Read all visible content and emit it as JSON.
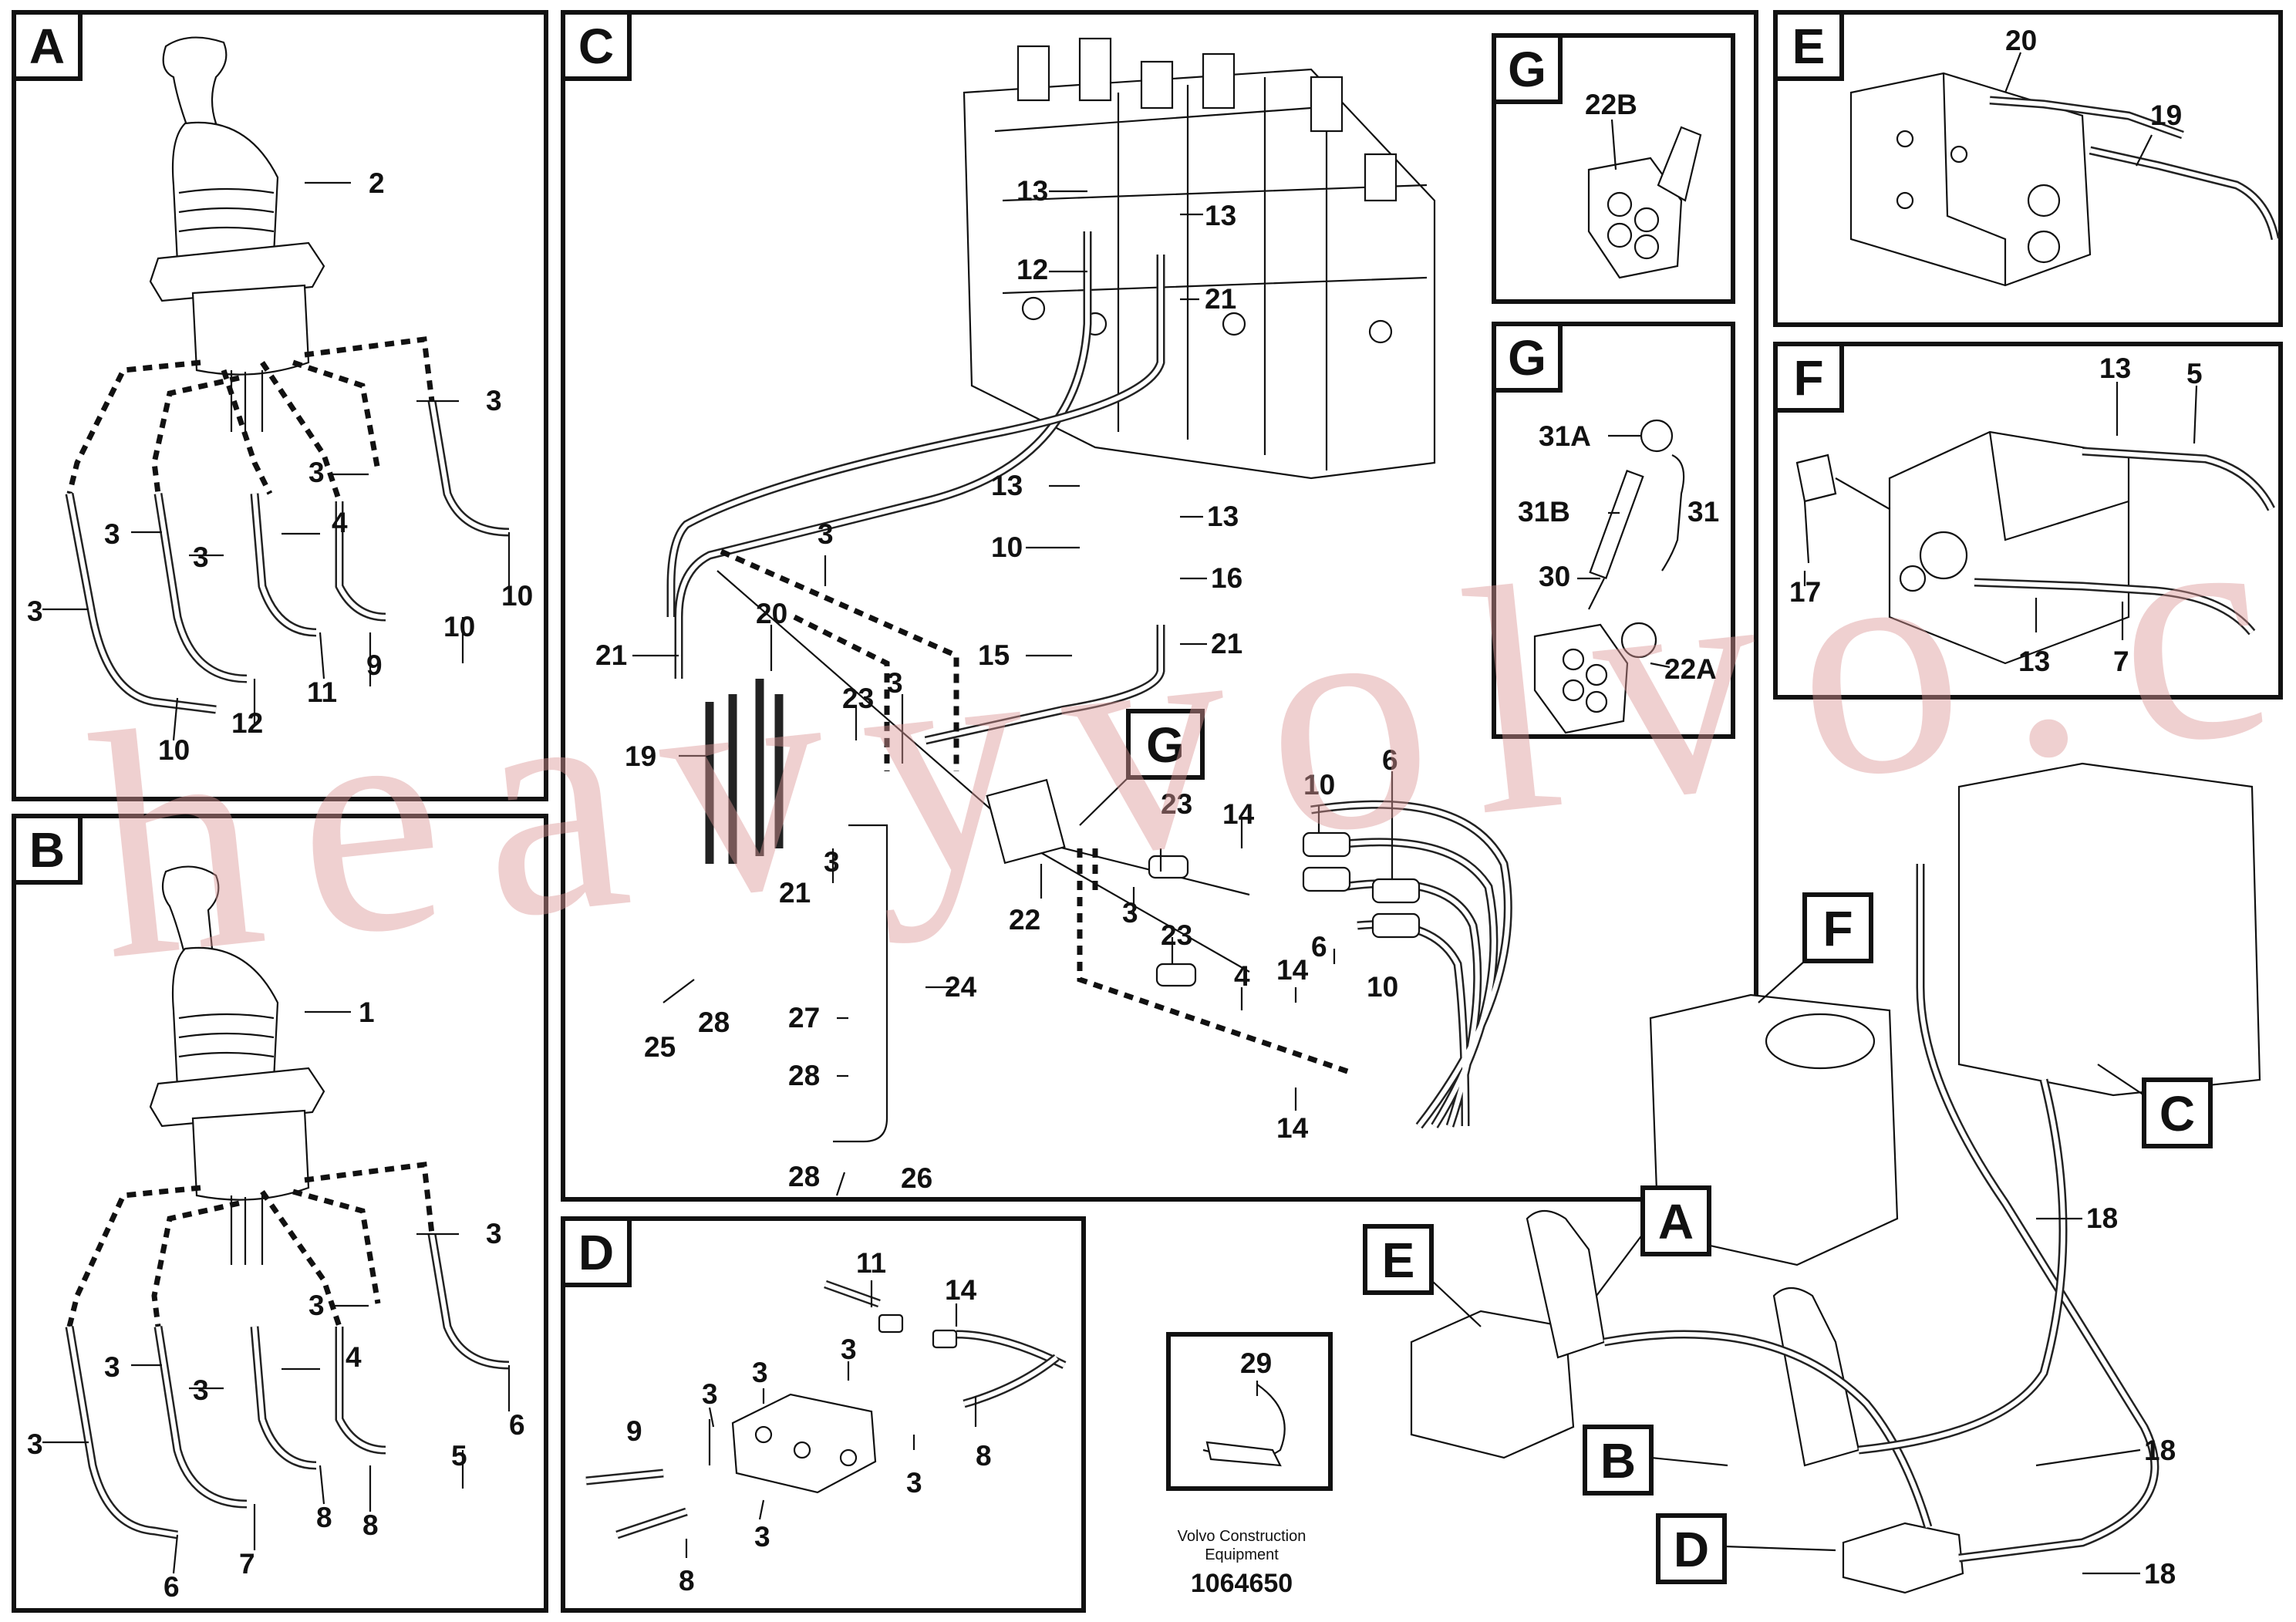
{
  "panels": {
    "A": {
      "label": "A",
      "callouts": [
        "2",
        "3",
        "3",
        "3",
        "3",
        "3",
        "4",
        "10",
        "10",
        "10",
        "12",
        "11",
        "9"
      ]
    },
    "B": {
      "label": "B",
      "callouts": [
        "1",
        "3",
        "3",
        "3",
        "3",
        "3",
        "4",
        "6",
        "5",
        "8",
        "8",
        "7",
        "6"
      ]
    },
    "C": {
      "label": "C",
      "callouts": [
        "13",
        "13",
        "12",
        "21",
        "13",
        "13",
        "10",
        "16",
        "15",
        "21",
        "3",
        "20",
        "23",
        "3",
        "21",
        "19",
        "21",
        "3",
        "22",
        "23",
        "14",
        "10",
        "6",
        "3",
        "6",
        "10",
        "23",
        "4",
        "14",
        "14",
        "24",
        "25",
        "28",
        "27",
        "28",
        "28",
        "26"
      ],
      "g_marker": "G"
    },
    "D": {
      "label": "D",
      "callouts": [
        "11",
        "14",
        "3",
        "3",
        "9",
        "3",
        "8",
        "3",
        "8",
        "3"
      ]
    },
    "E": {
      "label": "E",
      "callouts": [
        "20",
        "19"
      ]
    },
    "F": {
      "label": "F",
      "callouts": [
        "13",
        "5",
        "17",
        "13",
        "7"
      ]
    },
    "G1": {
      "label": "G",
      "callouts": [
        "22B"
      ]
    },
    "G2": {
      "label": "G",
      "callouts": [
        "31A",
        "31B",
        "31",
        "30",
        "22A"
      ]
    },
    "overview": {
      "labels": [
        "F",
        "C",
        "A",
        "E",
        "B",
        "D"
      ],
      "callouts": [
        "18",
        "18",
        "18"
      ]
    },
    "clip": {
      "callout": "29"
    }
  },
  "footer": {
    "company_line1": "Volvo Construction",
    "company_line2": "Equipment",
    "doc_number": "1064650"
  },
  "watermark": "heavyvolvo.com"
}
